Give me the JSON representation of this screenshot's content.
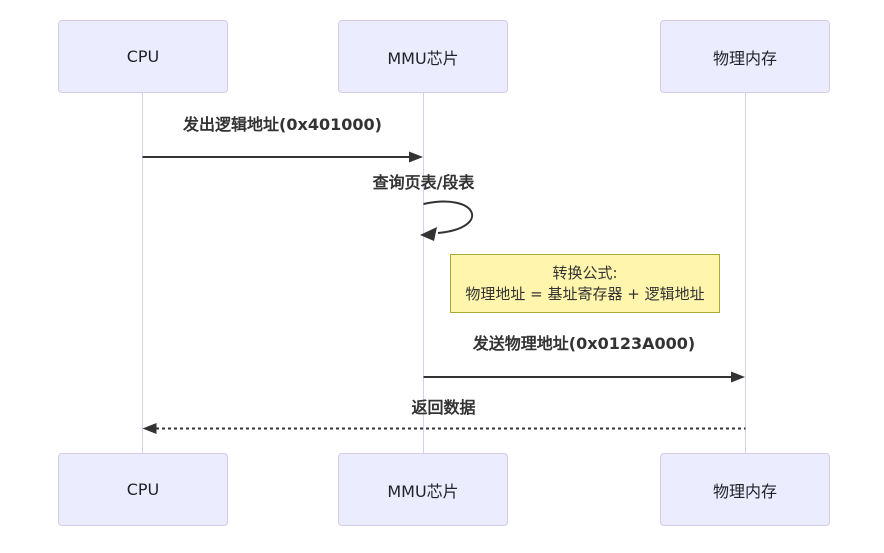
{
  "diagram": {
    "type": "sequence-diagram",
    "actors": [
      {
        "id": "cpu",
        "label": "CPU"
      },
      {
        "id": "mmu",
        "label": "MMU芯片"
      },
      {
        "id": "memory",
        "label": "物理内存"
      }
    ],
    "messages": [
      {
        "text": "发出逻辑地址(0x401000)",
        "from": "CPU",
        "to": "MMU芯片",
        "line": "solid-arrow"
      },
      {
        "text": "查询页表/段表",
        "from": "MMU芯片",
        "to": "MMU芯片",
        "line": "self-loop"
      },
      {
        "text": "发送物理地址(0x0123A000)",
        "from": "MMU芯片",
        "to": "物理内存",
        "line": "solid-arrow"
      },
      {
        "text": "返回数据",
        "from": "物理内存",
        "to": "CPU",
        "line": "dashed-arrow"
      }
    ],
    "note": {
      "lines": [
        "转换公式:",
        "物理地址 = 基址寄存器 + 逻辑地址"
      ]
    },
    "colors": {
      "actor_fill": "#ECECFF",
      "actor_border": "#D5CBE8",
      "lifeline": "#D6CDEE",
      "note_fill": "#FFF5AD",
      "note_border": "#AAAA33",
      "arrow_line": "#333333",
      "text": "#333333"
    }
  }
}
